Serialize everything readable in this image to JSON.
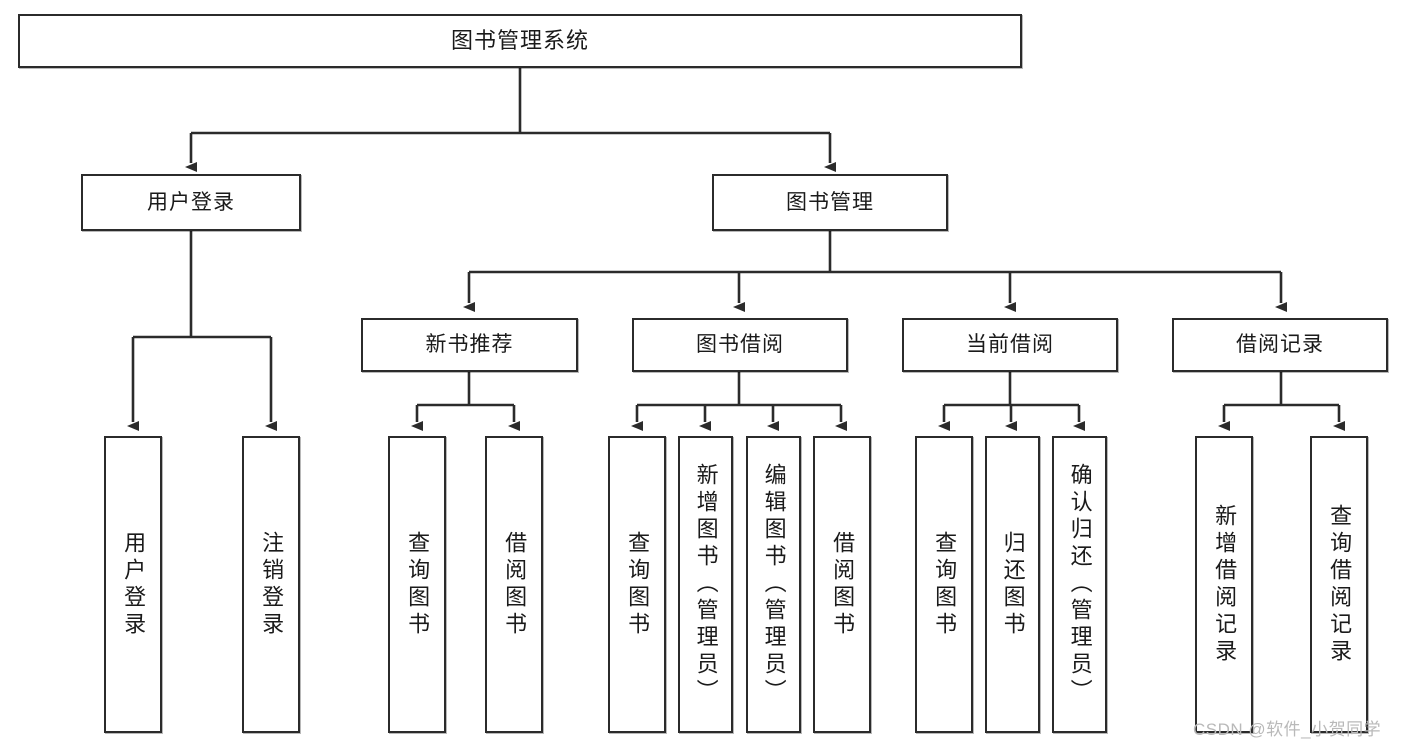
{
  "diagram": {
    "title": "图书管理系统",
    "type": "tree-hierarchy",
    "watermark": "CSDN @软件_小贺同学",
    "colors": {
      "box_border": "#2b2b2b",
      "box_fill": "#ffffff",
      "connector": "#2b2b2b",
      "text": "#1a1a1a",
      "watermark": "#b9b9b9"
    },
    "nodes": {
      "root": {
        "label": "图书管理系统",
        "level": 1
      },
      "level2": [
        {
          "id": "user-login",
          "label": "用户登录"
        },
        {
          "id": "book-management",
          "label": "图书管理"
        }
      ],
      "level3": [
        {
          "id": "new-book-recommend",
          "label": "新书推荐",
          "parent": "book-management"
        },
        {
          "id": "book-borrow",
          "label": "图书借阅",
          "parent": "book-management"
        },
        {
          "id": "current-borrow",
          "label": "当前借阅",
          "parent": "book-management"
        },
        {
          "id": "borrow-record",
          "label": "借阅记录",
          "parent": "book-management"
        }
      ],
      "leaves": {
        "user-login": [
          {
            "id": "leaf-user-login",
            "label": "用户登录"
          },
          {
            "id": "leaf-logout",
            "label": "注销登录"
          }
        ],
        "new-book-recommend": [
          {
            "id": "leaf-query-book-1",
            "label": "查询图书"
          },
          {
            "id": "leaf-borrow-book-1",
            "label": "借阅图书"
          }
        ],
        "book-borrow": [
          {
            "id": "leaf-query-book-2",
            "label": "查询图书"
          },
          {
            "id": "leaf-add-book",
            "label": "新增图书（管理员）"
          },
          {
            "id": "leaf-edit-book",
            "label": "编辑图书（管理员）"
          },
          {
            "id": "leaf-borrow-book-2",
            "label": "借阅图书"
          }
        ],
        "current-borrow": [
          {
            "id": "leaf-query-book-3",
            "label": "查询图书"
          },
          {
            "id": "leaf-return-book",
            "label": "归还图书"
          },
          {
            "id": "leaf-confirm-return",
            "label": "确认归还（管理员）"
          }
        ],
        "borrow-record": [
          {
            "id": "leaf-add-record",
            "label": "新增借阅记录"
          },
          {
            "id": "leaf-query-record",
            "label": "查询借阅记录"
          }
        ]
      }
    }
  }
}
